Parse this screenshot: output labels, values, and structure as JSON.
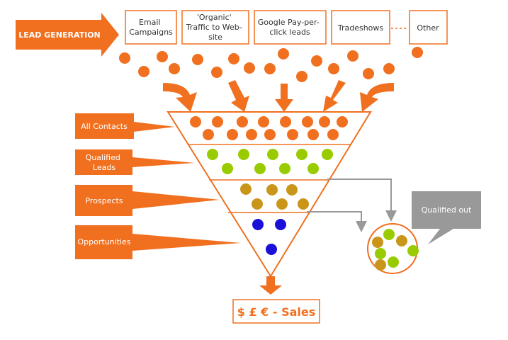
{
  "lead_generation": {
    "label": "LEAD GENERATION"
  },
  "sources": [
    {
      "lines": [
        "Email",
        "Campaigns"
      ]
    },
    {
      "lines": [
        "'Organic'",
        "Traffic to Web-",
        "site"
      ]
    },
    {
      "lines": [
        "Google Pay-per-",
        "click leads"
      ]
    },
    {
      "lines": [
        "Tradeshows"
      ]
    },
    {
      "lines": [
        "Other"
      ]
    }
  ],
  "stages": [
    {
      "lines": [
        "All Contacts"
      ]
    },
    {
      "lines": [
        "Qualified",
        "Leads"
      ]
    },
    {
      "lines": [
        "Prospects"
      ]
    },
    {
      "lines": [
        "Opportunities"
      ]
    }
  ],
  "qualified_out": {
    "label": "Qualified out"
  },
  "sales": {
    "label": "$ £ € - Sales"
  },
  "colors": {
    "orange": "#f07020",
    "green": "#99cc00",
    "olive": "#c9961a",
    "blue": "#1a10d8",
    "gray": "#999999"
  }
}
